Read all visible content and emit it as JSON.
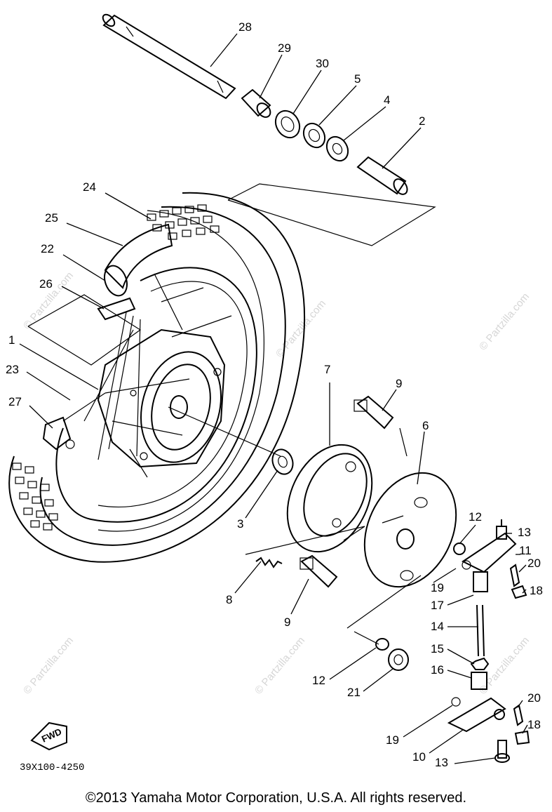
{
  "watermark": "© Partzilla.com",
  "callouts": [
    "28",
    "29",
    "30",
    "5",
    "4",
    "2",
    "24",
    "25",
    "22",
    "26",
    "1",
    "23",
    "27",
    "3",
    "7",
    "9",
    "6",
    "8",
    "12",
    "13",
    "11",
    "19",
    "20",
    "18",
    "17",
    "14",
    "15",
    "16",
    "21",
    "10"
  ],
  "fwd_label": "FWD",
  "catalog_code": "39X100-4250",
  "copyright": "©2013 Yamaha Motor Corporation, U.S.A. All rights reserved.",
  "colors": {
    "ink": "#000000",
    "watermark": "#d6d6d6",
    "background": "#ffffff"
  }
}
